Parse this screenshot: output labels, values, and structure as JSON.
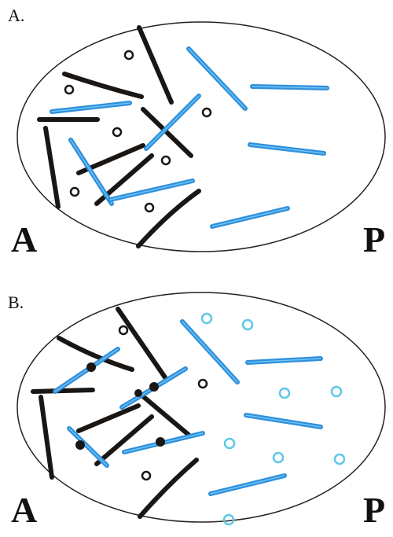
{
  "colors": {
    "background": "#ffffff",
    "outline": "#222222",
    "black_rod": "#1a1614",
    "blue_rod": "#2e8fdc",
    "blue_rod_highlight": "#6fc3f5",
    "black_ring": "#1a1614",
    "cyan_ring": "#5ec7e6"
  },
  "panels": [
    {
      "label": "A.",
      "left_label": "A",
      "right_label": "P",
      "icons": [
        "cell-outline",
        "black-rod",
        "blue-rod",
        "black-ring"
      ]
    },
    {
      "label": "B.",
      "left_label": "A",
      "right_label": "P",
      "icons": [
        "cell-outline",
        "black-rod",
        "blue-rod",
        "black-ring",
        "black-dot",
        "cyan-ring"
      ]
    }
  ]
}
